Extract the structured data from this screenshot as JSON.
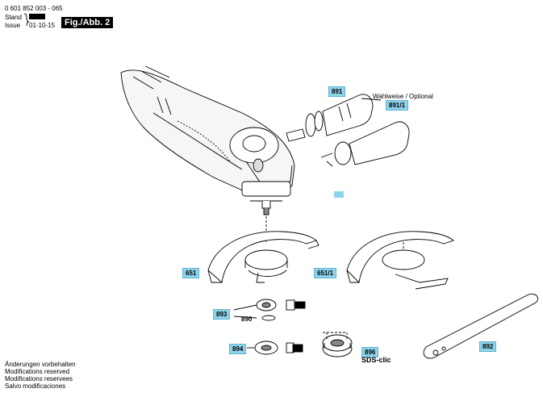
{
  "header": {
    "part_number": "0 601 852 003 - 065",
    "stand_label": "Stand",
    "stand_value": "",
    "issue_label": "Issue",
    "issue_value": "01-10-15",
    "figure": "Fig./Abb. 2"
  },
  "callouts": {
    "c891": "891",
    "c891_1": "891/1",
    "optional": "Wahlweise / Optional",
    "c651": "651",
    "c651_1": "651/1",
    "c893": "893",
    "c890": "890",
    "c894": "894",
    "c896": "896",
    "sds": "SDS-clic",
    "c892": "892"
  },
  "footer": {
    "lines": [
      "Änderungen vorbehalten",
      "Modifications reserved",
      "Modifications reservees",
      "Salvo modificaciones"
    ]
  },
  "colors": {
    "callout_fill": "#8fd3ea",
    "ink": "#000000"
  }
}
